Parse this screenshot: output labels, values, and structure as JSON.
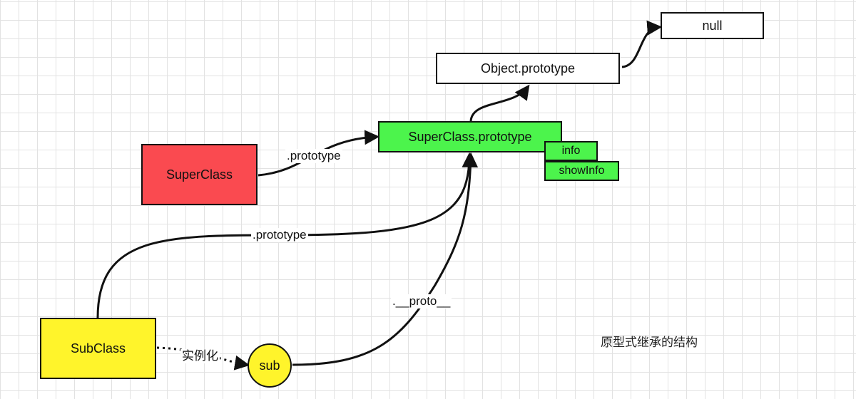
{
  "nodes": {
    "null": "null",
    "object_prototype": "Object.prototype",
    "superclass_prototype": "SuperClass.prototype",
    "info": "info",
    "showinfo": "showInfo",
    "superclass": "SuperClass",
    "subclass": "SubClass",
    "sub": "sub"
  },
  "edge_labels": {
    "superclass_prototype": ".prototype",
    "subclass_prototype": ".prototype",
    "sub_proto": ".__proto__",
    "instantiate": "实例化"
  },
  "caption": "原型式继承的结构",
  "colors": {
    "superclass_fill": "#fa4a50",
    "prototype_fill": "#4cf44c",
    "subclass_fill": "#fff42b",
    "stroke": "#111111",
    "grid": "#e2e2e2"
  }
}
